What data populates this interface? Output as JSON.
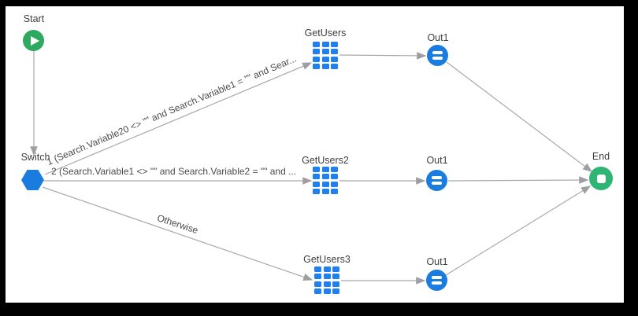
{
  "diagram": {
    "title": "logic-flow",
    "nodes": {
      "start": {
        "label": "Start",
        "type": "start"
      },
      "switch": {
        "label": "Switch",
        "type": "switch"
      },
      "getusers1": {
        "label": "GetUsers",
        "type": "aggregate"
      },
      "out1_top": {
        "label": "Out1",
        "type": "assign"
      },
      "getusers2": {
        "label": "GetUsers2",
        "type": "aggregate"
      },
      "out1_mid": {
        "label": "Out1",
        "type": "assign"
      },
      "getusers3": {
        "label": "GetUsers3",
        "type": "aggregate"
      },
      "out1_bot": {
        "label": "Out1",
        "type": "assign"
      },
      "end": {
        "label": "End",
        "type": "end"
      }
    },
    "edges": {
      "branch1": {
        "label": "1 (Search.Variable20 <> \"\" and Search.Variable1 = \"\" and Sear..."
      },
      "branch2": {
        "label": "2 (Search.Variable1 <> \"\" and Search.Variable2 = \"\" and ..."
      },
      "branch3": {
        "label": "Otherwise"
      }
    },
    "colors": {
      "start_green": "#2daa60",
      "end_green": "#2fb573",
      "node_blue": "#1b7ce0",
      "grid_blue": "#2080f0",
      "edge_gray": "#a9a9ad",
      "label_text": "#3e3e40"
    }
  }
}
